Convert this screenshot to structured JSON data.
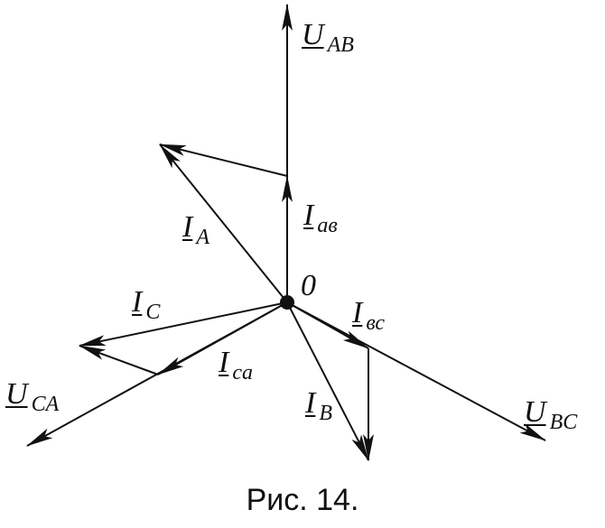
{
  "diagram": {
    "origin_label": "0",
    "vectors": [
      {
        "id": "U_AB",
        "main": "U",
        "sub": "AB"
      },
      {
        "id": "I_ab",
        "main": "I",
        "sub": "ав"
      },
      {
        "id": "I_A",
        "main": "I",
        "sub": "A"
      },
      {
        "id": "I_C",
        "main": "I",
        "sub": "C"
      },
      {
        "id": "I_ca",
        "main": "I",
        "sub": "ca"
      },
      {
        "id": "U_CA",
        "main": "U",
        "sub": "CA"
      },
      {
        "id": "I_bc",
        "main": "I",
        "sub": "вс"
      },
      {
        "id": "I_B",
        "main": "I",
        "sub": "B"
      },
      {
        "id": "U_BC",
        "main": "U",
        "sub": "BC"
      }
    ],
    "caption": "Рис. 14."
  }
}
